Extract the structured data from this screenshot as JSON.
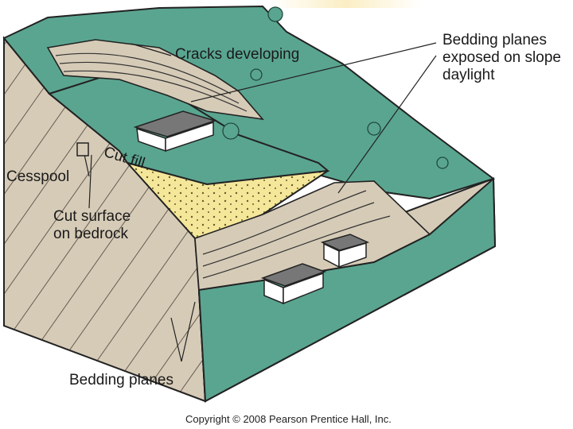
{
  "labels": {
    "cracks": "Cracks developing",
    "bedding_daylight": "Bedding planes\nexposed on slope\ndaylight",
    "cut_fill": "Cut fill",
    "cesspool": "Cesspool",
    "cut_surface": "Cut surface\non bedrock",
    "bedding_planes": "Bedding planes"
  },
  "copyright": "Copyright © 2008 Pearson Prentice Hall, Inc.",
  "colors": {
    "ground": "#5aa590",
    "bedrock": "#d6cbb7",
    "fill": "#f4e79a",
    "outline": "#222222"
  }
}
